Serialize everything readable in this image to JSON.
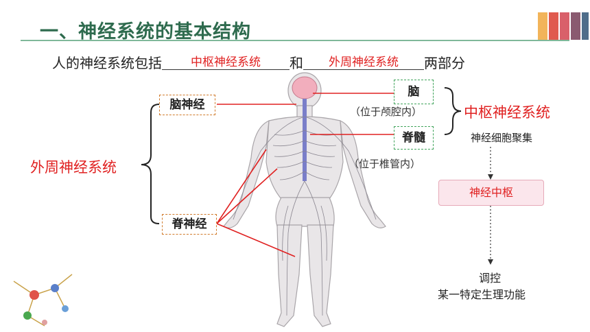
{
  "title": "一、神经系统的基本结构",
  "intro": {
    "prefix": "人的神经系统包括",
    "blank1": "中枢神经系统",
    "middle": "和",
    "blank2": "外周神经系统",
    "suffix": "两部分"
  },
  "left": {
    "peripheral": "外周神经系统",
    "cranial": "脑神经",
    "spinal": "脊神经"
  },
  "right": {
    "brain": "脑",
    "brain_note": "（位于颅腔内）",
    "spinal_cord": "脊髓",
    "spinal_cord_note": "（位于椎管内）",
    "central": "中枢神经系统",
    "cluster": "神经细胞聚集",
    "nerve_center": "神经中枢",
    "regulate": "调控",
    "function": "某一特定生理功能"
  },
  "colors": {
    "title": "#2e6b4e",
    "accent_red": "#e02020",
    "stripe": [
      "#f2b45a",
      "#e05a4e",
      "#d9606a",
      "#8a5a70",
      "#4f6d8a"
    ]
  },
  "icons": {
    "body": "nervous-system-figure-icon",
    "neurons": "neuron-cluster-icon"
  }
}
